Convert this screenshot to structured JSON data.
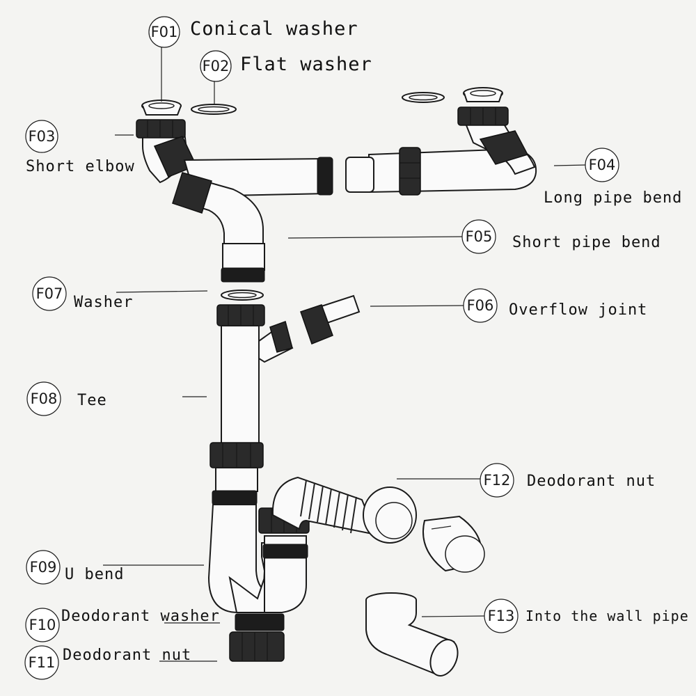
{
  "callouts": [
    {
      "code": "F01",
      "name": "Conical washer"
    },
    {
      "code": "F02",
      "name": "Flat washer"
    },
    {
      "code": "F03",
      "name": "Short elbow"
    },
    {
      "code": "F04",
      "name": "Long pipe bend"
    },
    {
      "code": "F05",
      "name": "Short pipe bend"
    },
    {
      "code": "F06",
      "name": "Overflow joint"
    },
    {
      "code": "F07",
      "name": "Washer"
    },
    {
      "code": "F08",
      "name": "Tee"
    },
    {
      "code": "F09",
      "name": "U bend"
    },
    {
      "code": "F10",
      "name": "Deodorant washer"
    },
    {
      "code": "F11",
      "name": "Deodorant nut"
    },
    {
      "code": "F12",
      "name": "Deodorant nut"
    },
    {
      "code": "F13",
      "name": "Into the wall pipe"
    }
  ]
}
